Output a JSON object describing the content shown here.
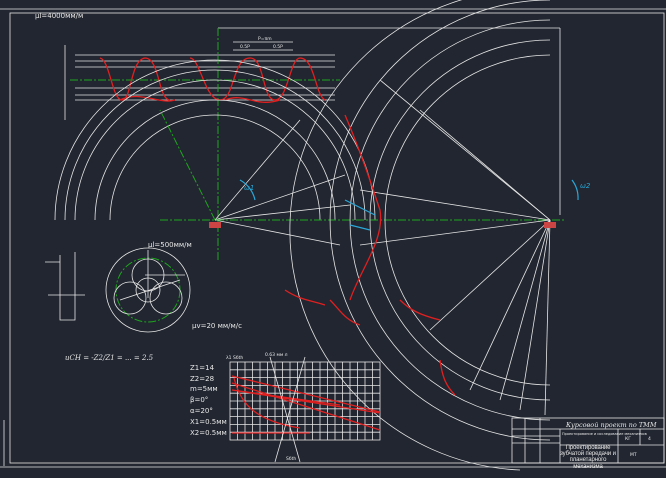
{
  "drawing": {
    "scale_rack": "μl=4000мм/м",
    "scale_planetary": "μl=500мм/м",
    "scale_velocity": "μv=20 мм/м/с",
    "ratio_formula": "uCH = -Z2/Z1 = ... = 2.5",
    "omega1": "ω1",
    "omega2": "ω2",
    "parameters": [
      "Z1=14",
      "Z2=28",
      "m=5мм",
      "β=0°",
      "α=20°",
      "X1=0.5мм",
      "X2=0.5мм"
    ],
    "chart_label_x": "Sбth",
    "chart_label_y": "λ1 Sбth",
    "chart_top_label": "0.63 мм л",
    "rack_dims": [
      "P=πm",
      "0.5P",
      "0.5P"
    ]
  },
  "title_block": {
    "title": "Курсовой проект по ТММ",
    "subtitle": "Проектирование и исследование механизмов",
    "sheet_title": "Проектирование зубчатой передачи и планетарного механизма",
    "letter": "КГ",
    "sheet": "4",
    "group": "МТ"
  },
  "colors": {
    "background": "#212630",
    "lines": "#e6e6e6",
    "profile": "#e02020",
    "axis": "#1fa51f",
    "velocity": "#2aa7d8"
  }
}
